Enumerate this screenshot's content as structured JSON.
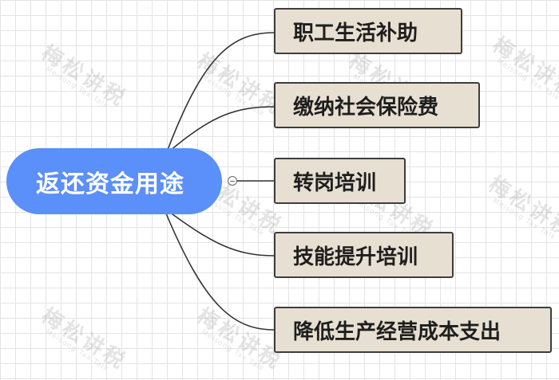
{
  "root": {
    "label": "返还资金用途"
  },
  "branches": [
    {
      "label": "职工生活补助"
    },
    {
      "label": "缴纳社会保险费"
    },
    {
      "label": "转岗培训"
    },
    {
      "label": "技能提升培训"
    },
    {
      "label": "降低生产经营成本支出"
    }
  ],
  "watermark": {
    "text": "梅松讲税",
    "subtext": "Meisong Tax Talk"
  },
  "colors": {
    "root_fill": "#5b8ff9",
    "branch_fill": "#e7e0d2",
    "branch_border": "#3d3d3d",
    "connector": "#333333",
    "grid": "#e4e4e4"
  }
}
